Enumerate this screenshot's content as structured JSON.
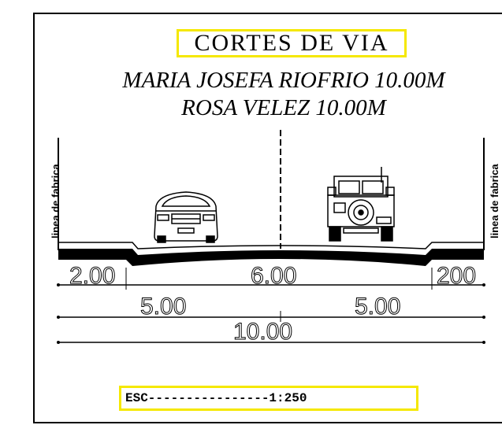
{
  "title": "CORTES DE VIA",
  "subtitle_lines": [
    "MARIA JOSEFA RIOFRIO  10.00M",
    "ROSA VELEZ 10.00M"
  ],
  "building_line_label": "linea de fabrica",
  "dimensions": {
    "left_sidewalk": "2.00",
    "roadway": "6.00",
    "right_sidewalk": "200",
    "left_half": "5.00",
    "right_half": "5.00",
    "total": "10.00"
  },
  "scale": {
    "label": "ESC----------------1:250"
  },
  "colors": {
    "frame_highlight": "#f5e800",
    "line": "#000000"
  }
}
